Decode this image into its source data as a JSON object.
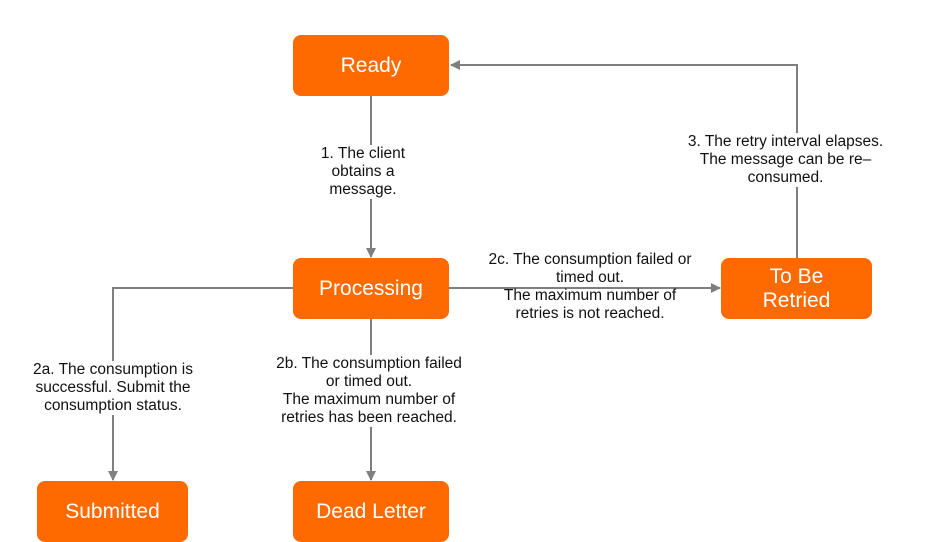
{
  "colors": {
    "state_fill": "#ff6a00",
    "state_text": "#ffffff",
    "connector": "#7f7f7f",
    "label_text": "#111111"
  },
  "states": {
    "ready": "Ready",
    "processing": "Processing",
    "to_be_retried": [
      "To Be",
      "Retried"
    ],
    "submitted": "Submitted",
    "dead_letter": "Dead Letter"
  },
  "transitions": {
    "obtain": [
      "1. The client",
      "obtains a",
      "message."
    ],
    "success": [
      "2a. The consumption is",
      "successful. Submit the",
      "consumption status."
    ],
    "dead": [
      "2b. The consumption failed",
      "or timed out.",
      "The maximum number of",
      "retries has been reached."
    ],
    "retry": [
      "2c. The consumption failed or",
      "timed out.",
      "The maximum number of",
      "retries is not reached."
    ],
    "reconsume": [
      "3. The retry interval elapses.",
      "The message can be re–",
      "consumed."
    ]
  }
}
